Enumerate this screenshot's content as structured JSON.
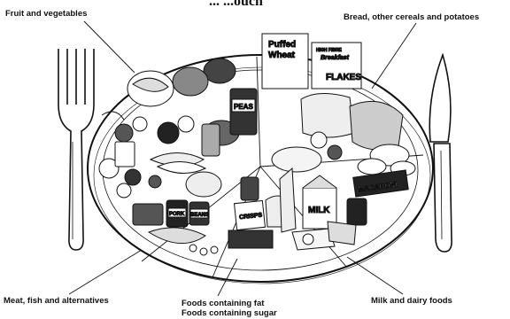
{
  "title": "... ...ouch",
  "labels": {
    "fruit_veg": "Fruit and vegetables",
    "bread_cereals": "Bread, other cereals and potatoes",
    "meat_fish": "Meat, fish and alternatives",
    "foods_fat": "Foods containing fat",
    "foods_sugar": "Foods containing sugar",
    "milk_dairy": "Milk and dairy foods"
  },
  "package_text": {
    "puffed": "Puffed",
    "wheat": "Wheat",
    "high_fibre": "HIGH FIBRE",
    "breakfast": "Breakfast",
    "flakes": "FLAKES",
    "peas": "PEAS",
    "macaroni": "MACARONI",
    "milk": "MILK",
    "beans": "BEANS",
    "crisps": "CRISPS",
    "pork": "PORK"
  },
  "colors": {
    "ink": "#111111",
    "paper": "#ffffff"
  }
}
